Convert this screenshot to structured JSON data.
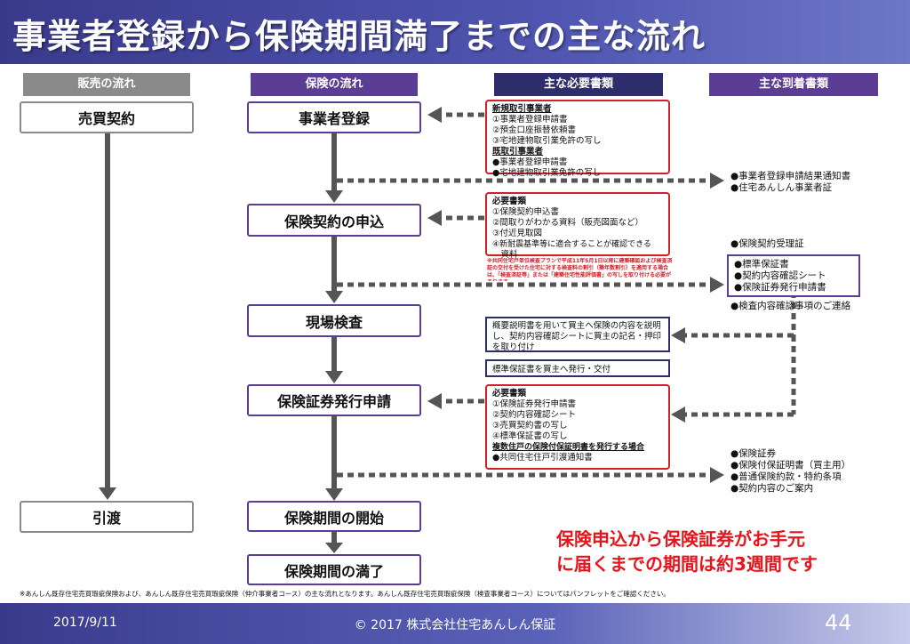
{
  "title": "事業者登録から保険期間満了までの主な流れ",
  "columns": {
    "sales": "販売の流れ",
    "insurance": "保険の流れ",
    "documents": "主な必要書類",
    "arrivals": "主な到着書類"
  },
  "sales_flow": {
    "start": "売買契約",
    "end": "引渡"
  },
  "insurance_flow": {
    "step1": "事業者登録",
    "step2": "保険契約の申込",
    "step3": "現場検査",
    "step4": "保険証券発行申請",
    "step5": "保険期間の開始",
    "step6": "保険期間の満了"
  },
  "docs": {
    "registration": {
      "new_heading": "新規取引事業者",
      "new_items": [
        "①事業者登録申請書",
        "②預金口座振替依頼書",
        "③宅地建物取引業免許の写し"
      ],
      "existing_heading": "既取引事業者",
      "existing_items": [
        "●事業者登録申請書",
        "●宅地建物取引業免許の写し"
      ]
    },
    "application": {
      "heading": "必要書類",
      "items": [
        "①保険契約申込書",
        "②間取りがわかる資料（販売図面など）",
        "③付近見取図",
        "④新耐震基準等に適合することが確認できる",
        "　資料"
      ]
    },
    "application_note": "※共同住宅戸単位検査プランで平成11年5月1日以降に建築確認および検査済証の交付を受けた住宅に対する検査料の割引（築年数割引）を適用する場合は、「検査済証等」または「建築住宅性能評価書」の写しを取り付ける必要があります。",
    "inspection_explain": "概要説明書を用いて買主へ保険の内容を説明し、契約内容確認シートに買主の記名・押印を取り付け",
    "standard_cert": "標準保証書を買主へ発行・交付",
    "issuance": {
      "heading": "必要書類",
      "items": [
        "①保険証券発行申請書",
        "②契約内容確認シート",
        "③売買契約書の写し",
        "④標準保証書の写し"
      ],
      "multi_heading": "複数住戸の保険付保証明書を発行する場合",
      "multi_items": [
        "●共同住宅住戸引渡通知書"
      ]
    }
  },
  "arrivals": {
    "registration": [
      "●事業者登録申請結果通知書",
      "●住宅あんしん事業者証"
    ],
    "receipt": "●保険契約受理証",
    "sheet_box": [
      "●標準保証書",
      "●契約内容確認シート",
      "●保険証券発行申請書"
    ],
    "inspection_notice": "●検査内容確認事項のご連絡",
    "issuance": [
      "●保険証券",
      "●保険付保証明書（買主用）",
      "●普通保険約款・特約条項",
      "●契約内容のご案内"
    ]
  },
  "callout": [
    "保険申込から保険証券がお手元",
    "に届くまでの期間は約3週間です"
  ],
  "footnote": "※あんしん既存住宅売買瑕疵保険および、あんしん既存住宅売買瑕疵保険（仲介事業者コース）の主な流れとなります。あんしん既存住宅売買瑕疵保険（検査事業者コース）についてはパンフレットをご確認ください。",
  "footer": {
    "date": "2017/9/11",
    "copyright": "© 2017 株式会社住宅あんしん保証",
    "page": "44"
  },
  "colors": {
    "header": "#3a3a8c",
    "purple": "#5b3d93",
    "gray": "#8a8a8a",
    "navy": "#2d2d6b",
    "red": "#d0202a",
    "arrow": "#555555"
  }
}
